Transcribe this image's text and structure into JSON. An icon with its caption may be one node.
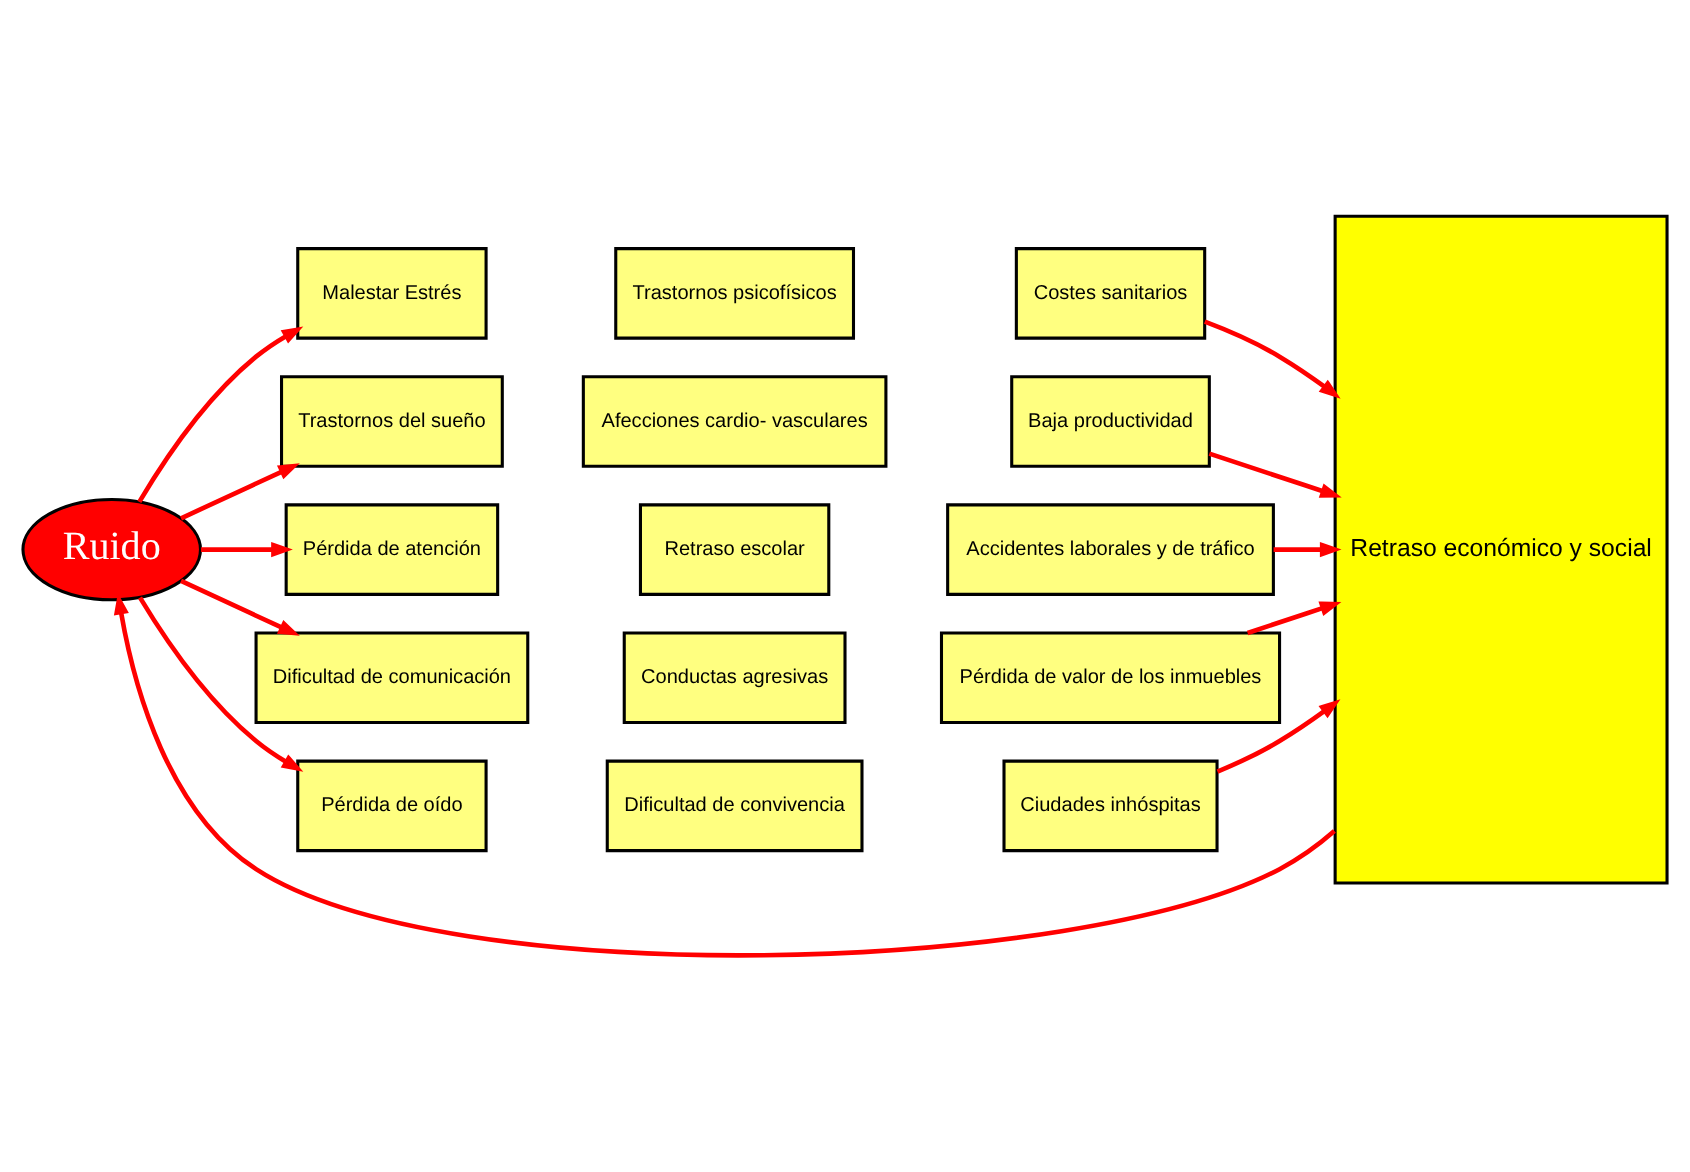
{
  "diagram": {
    "nodes": [
      {
        "text": [
          "Ruido"
        ]
      },
      {
        "text": [
          "Malestar Estrés"
        ]
      },
      {
        "text": [
          "Trastornos psicofísicos"
        ]
      },
      {
        "text": [
          "Costes sanitarios"
        ]
      },
      {
        "text": [
          "Trastornos del sueño"
        ]
      },
      {
        "text": [
          "Afecciones cardio- vasculares"
        ]
      },
      {
        "text": [
          "Baja productividad"
        ]
      },
      {
        "text": [
          "Pérdida de atención"
        ]
      },
      {
        "text": [
          "Retraso escolar"
        ]
      },
      {
        "text": [
          "Accidentes laborales y de tráfico"
        ]
      },
      {
        "text": [
          "Dificultad de comunicación"
        ]
      },
      {
        "text": [
          "Conductas agresivas"
        ]
      },
      {
        "text": [
          "Pérdida de valor de los inmuebles"
        ]
      },
      {
        "text": [
          "Pérdida de oído"
        ]
      },
      {
        "text": [
          "Dificultad de convivencia"
        ]
      },
      {
        "text": [
          "Ciudades inhóspitas"
        ]
      },
      {
        "text": [
          "Retraso económico y social"
        ]
      }
    ],
    "edges": [
      {
        "from": 0,
        "to": 1,
        "arrow": "to"
      },
      {
        "from": 0,
        "to": 4,
        "arrow": "to"
      },
      {
        "from": 0,
        "to": 7,
        "arrow": "to"
      },
      {
        "from": 0,
        "to": 10,
        "arrow": "to"
      },
      {
        "from": 0,
        "to": 13,
        "arrow": "to"
      },
      {
        "from": 3,
        "to": 16,
        "arrow": "to"
      },
      {
        "from": 6,
        "to": 16,
        "arrow": "to"
      },
      {
        "from": 9,
        "to": 16,
        "arrow": "to"
      },
      {
        "from": 12,
        "to": 16,
        "arrow": "to"
      },
      {
        "from": 15,
        "to": 16,
        "arrow": "to"
      },
      {
        "from": 16,
        "to": 0,
        "arrow": "to"
      }
    ]
  }
}
